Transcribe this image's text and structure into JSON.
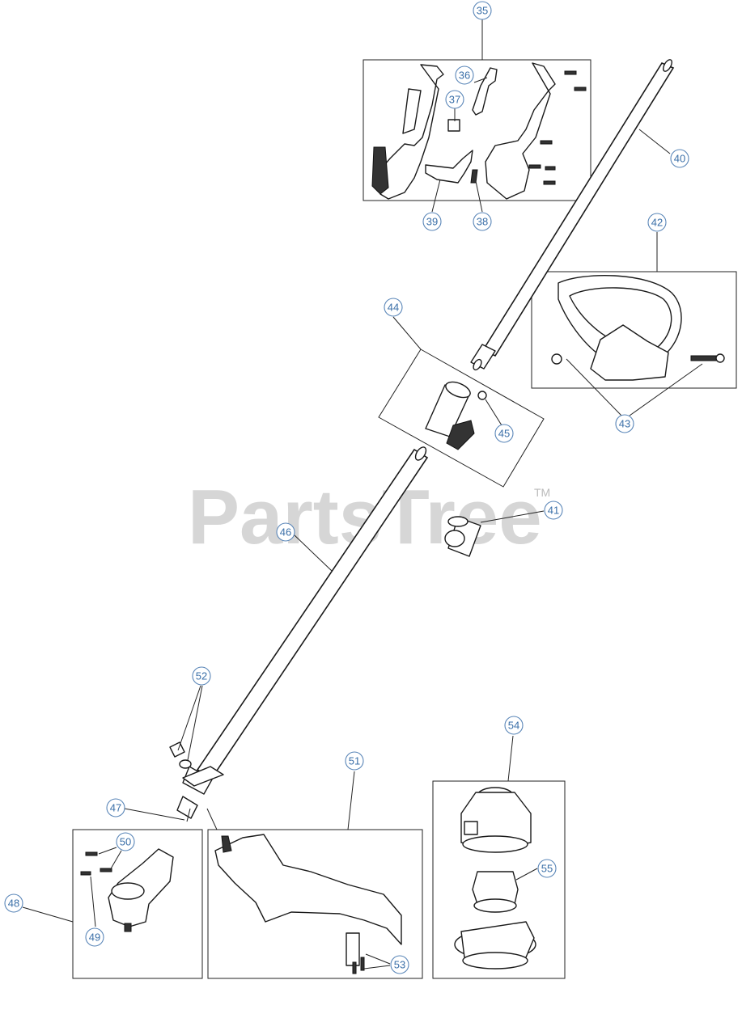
{
  "watermark": {
    "brand": "PartsTree",
    "tm": "TM"
  },
  "callouts": [
    {
      "id": "c35",
      "label": "35"
    },
    {
      "id": "c36",
      "label": "36"
    },
    {
      "id": "c37",
      "label": "37"
    },
    {
      "id": "c38",
      "label": "38"
    },
    {
      "id": "c39",
      "label": "39"
    },
    {
      "id": "c40",
      "label": "40"
    },
    {
      "id": "c41",
      "label": "41"
    },
    {
      "id": "c42",
      "label": "42"
    },
    {
      "id": "c43",
      "label": "43"
    },
    {
      "id": "c44",
      "label": "44"
    },
    {
      "id": "c45",
      "label": "45"
    },
    {
      "id": "c46",
      "label": "46"
    },
    {
      "id": "c47",
      "label": "47"
    },
    {
      "id": "c48",
      "label": "48"
    },
    {
      "id": "c49",
      "label": "49"
    },
    {
      "id": "c50",
      "label": "50"
    },
    {
      "id": "c51",
      "label": "51"
    },
    {
      "id": "c52",
      "label": "52"
    },
    {
      "id": "c53",
      "label": "53"
    },
    {
      "id": "c54",
      "label": "54"
    },
    {
      "id": "c55",
      "label": "55"
    }
  ],
  "colors": {
    "callout": "#3a6fa8",
    "line": "#1a1a1a",
    "watermark": "#cfcfcf"
  }
}
